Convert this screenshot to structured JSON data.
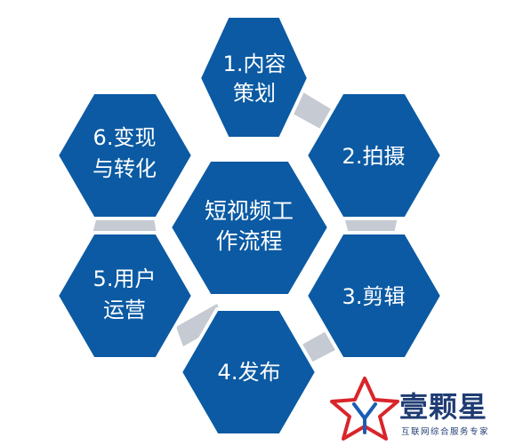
{
  "colors": {
    "hex_fill": "#0b5aa3",
    "connector_fill": "#c5cad3",
    "logo_red": "#d9252b",
    "logo_blue": "#1a5db5",
    "brand_dark": "#1f3c73"
  },
  "center": {
    "lines": [
      "短视频工",
      "作流程"
    ]
  },
  "steps": [
    {
      "id": "step-1",
      "lines": [
        "1.内容",
        "策划"
      ]
    },
    {
      "id": "step-2",
      "lines": [
        "2.拍摄"
      ]
    },
    {
      "id": "step-3",
      "lines": [
        "3.剪辑"
      ]
    },
    {
      "id": "step-4",
      "lines": [
        "4.发布"
      ]
    },
    {
      "id": "step-5",
      "lines": [
        "5.用户",
        "运营"
      ]
    },
    {
      "id": "step-6",
      "lines": [
        "6.变现",
        "与转化"
      ]
    }
  ],
  "logo": {
    "icon": "star-y-logo-icon",
    "name": "壹颗星",
    "tagline": "互联网综合服务专家"
  }
}
